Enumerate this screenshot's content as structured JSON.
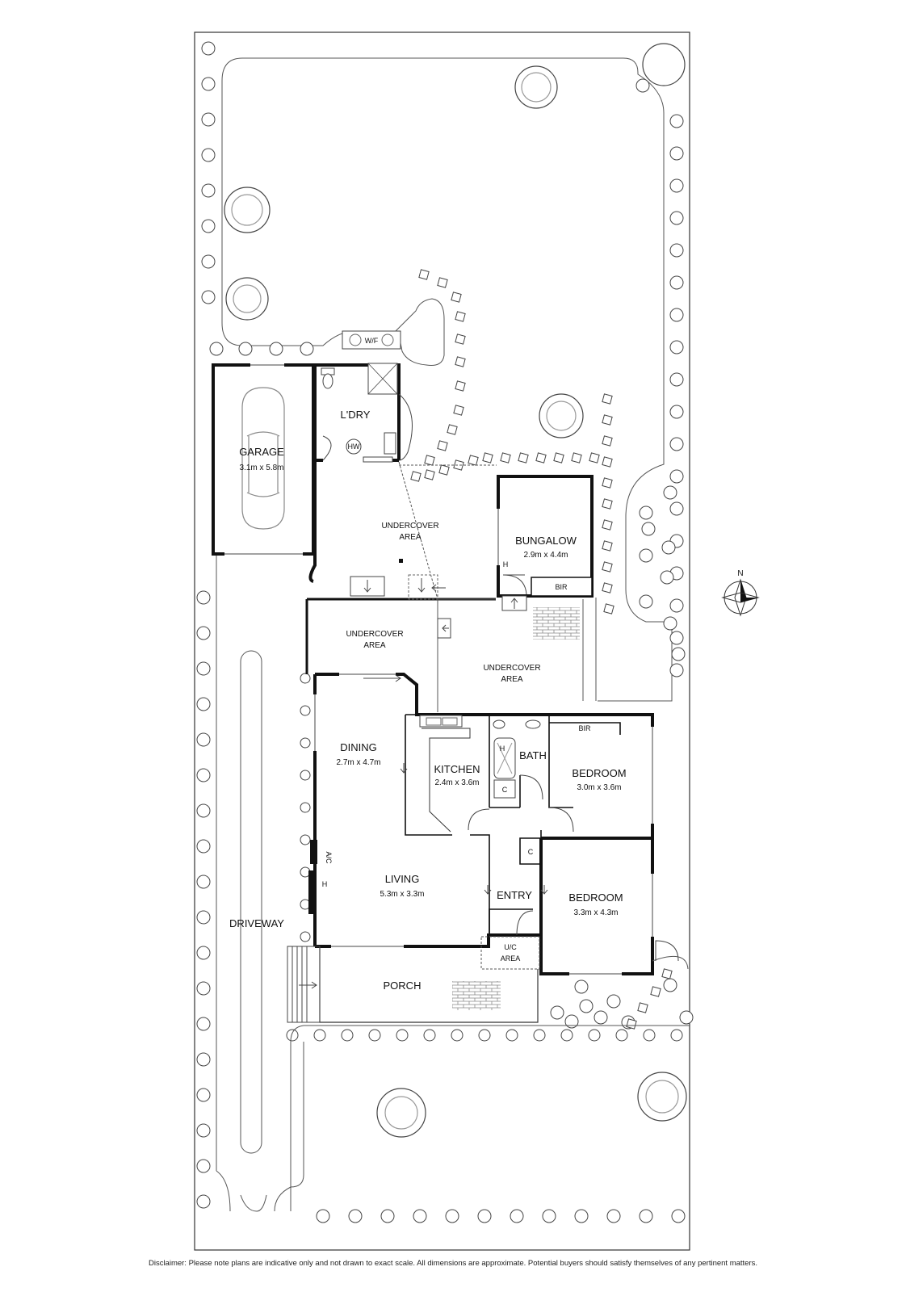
{
  "rooms": {
    "garage": {
      "name": "GARAGE",
      "size": "3.1m x 5.8m"
    },
    "laundry": {
      "name": "L'DRY"
    },
    "hot_water": "HW",
    "water_fountain": "W/F",
    "undercover_1": {
      "line1": "UNDERCOVER",
      "line2": "AREA"
    },
    "undercover_2": {
      "line1": "UNDERCOVER",
      "line2": "AREA"
    },
    "undercover_3": {
      "line1": "UNDERCOVER",
      "line2": "AREA"
    },
    "bungalow": {
      "name": "BUNGALOW",
      "size": "2.9m x 4.4m",
      "heater": "H"
    },
    "bungalow_bir": "BIR",
    "dining": {
      "name": "DINING",
      "size": "2.7m x 4.7m"
    },
    "kitchen": {
      "name": "KITCHEN",
      "size": "2.4m x 3.6m"
    },
    "bath": {
      "name": "BATH",
      "heater": "H"
    },
    "bath_cupboard": "C",
    "bedroom_1": {
      "name": "BEDROOM",
      "size": "3.0m x 3.6m"
    },
    "bedroom_1_bir": "BIR",
    "entry": {
      "name": "ENTRY"
    },
    "entry_cupboard": "C",
    "living": {
      "name": "LIVING",
      "size": "5.3m x 3.3m",
      "ac": "A/C",
      "heater": "H"
    },
    "bedroom_2": {
      "name": "BEDROOM",
      "size": "3.3m x 4.3m"
    },
    "uc_area": {
      "line1": "U/C",
      "line2": "AREA"
    },
    "porch": {
      "name": "PORCH"
    },
    "driveway": {
      "name": "DRIVEWAY"
    }
  },
  "compass": {
    "north_label": "N"
  },
  "disclaimer": "Disclaimer: Please note plans are indicative only and not drawn to exact scale. All dimensions are approximate. Potential buyers should satisfy themselves of any pertinent matters."
}
